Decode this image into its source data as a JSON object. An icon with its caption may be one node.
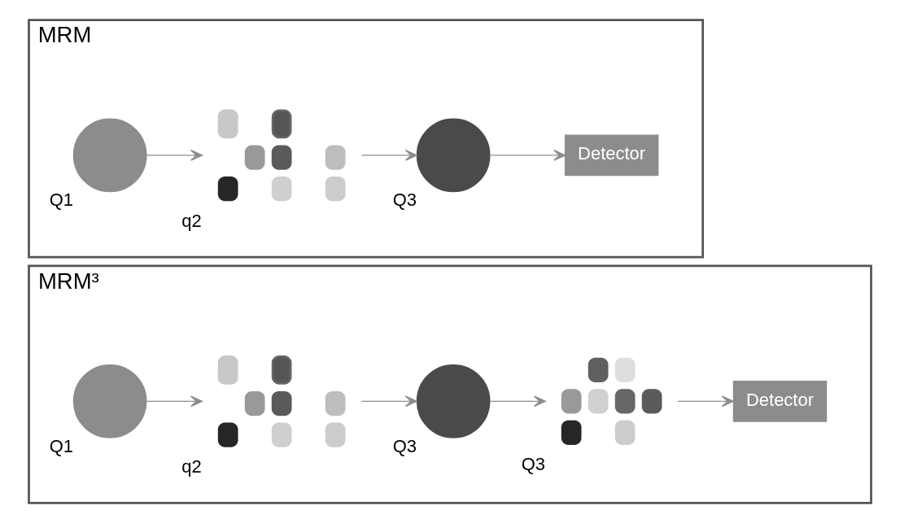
{
  "diagram": {
    "nodes": [
      {
        "text": [
          "MRM"
        ]
      },
      {
        "text": [],
        "shape": "circle",
        "in": 0,
        "beside": [
          "Q1"
        ]
      },
      {
        "text": [],
        "shape": "picture",
        "in": 0,
        "beside": [
          "q2"
        ]
      },
      {
        "text": [],
        "shape": "circle",
        "in": 0,
        "beside": [
          "Q3"
        ]
      },
      {
        "text": [
          "Detector"
        ],
        "in": 0
      },
      {
        "text": [
          "MRM³"
        ]
      },
      {
        "text": [],
        "shape": "circle",
        "in": 5,
        "beside": [
          "Q1"
        ]
      },
      {
        "text": [],
        "shape": "picture",
        "in": 5,
        "beside": [
          "q2"
        ]
      },
      {
        "text": [],
        "shape": "circle",
        "in": 5,
        "beside": [
          "Q3"
        ]
      },
      {
        "text": [],
        "shape": "picture",
        "in": 5,
        "beside": [
          "Q3"
        ]
      },
      {
        "text": [
          "Detector"
        ],
        "in": 5
      }
    ],
    "edges": [
      {
        "from": 1,
        "to": 2,
        "arrow": "to"
      },
      {
        "from": 2,
        "to": 3,
        "arrow": "to"
      },
      {
        "from": 3,
        "to": 4,
        "arrow": "to"
      },
      {
        "from": 6,
        "to": 7,
        "arrow": "to"
      },
      {
        "from": 7,
        "to": 8,
        "arrow": "to"
      },
      {
        "from": 8,
        "to": 9,
        "arrow": "to"
      },
      {
        "from": 9,
        "to": 10,
        "arrow": "to"
      }
    ]
  }
}
